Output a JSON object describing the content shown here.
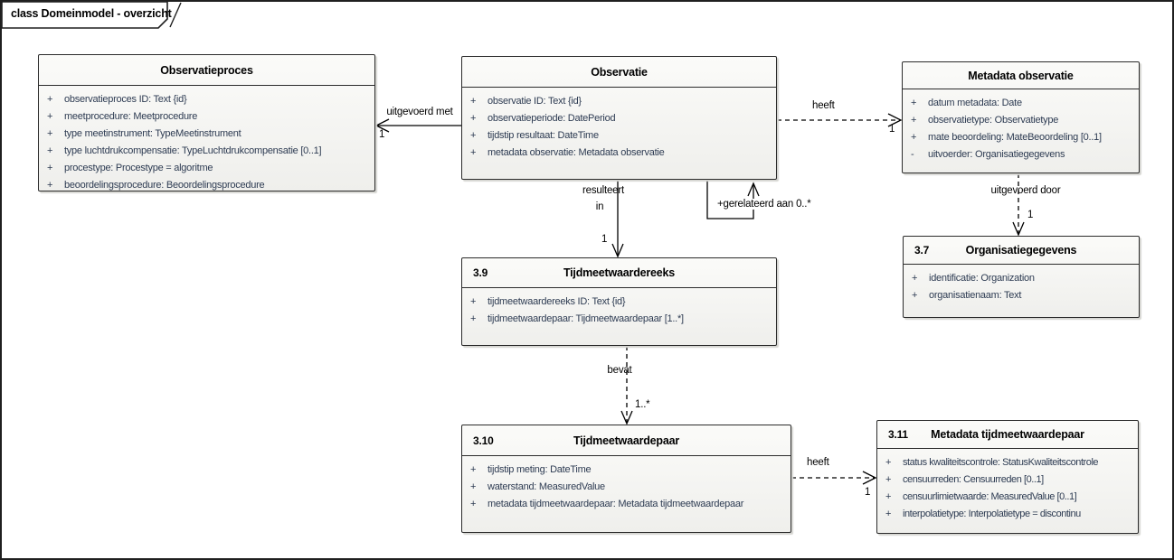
{
  "frame": {
    "title": "class Domeinmodel - overzicht"
  },
  "colors": {
    "attribute_text": "#2d3b52",
    "box_border": "#2b2b2b",
    "box_fill_top": "#fbfbf9",
    "box_fill_bottom": "#efefec",
    "line": "#000000",
    "background": "#ffffff"
  },
  "classes": [
    {
      "number": "",
      "title": "Observatieproces",
      "attributes": [
        {
          "vis": "+",
          "text": "observatieproces ID: Text {id}"
        },
        {
          "vis": "+",
          "text": "meetprocedure: Meetprocedure"
        },
        {
          "vis": "+",
          "text": "type meetinstrument: TypeMeetinstrument"
        },
        {
          "vis": "+",
          "text": "type luchtdrukcompensatie: TypeLuchtdrukcompensatie [0..1]"
        },
        {
          "vis": "+",
          "text": "procestype: Procestype = algoritme"
        },
        {
          "vis": "+",
          "text": "beoordelingsprocedure: Beoordelingsprocedure"
        }
      ]
    },
    {
      "number": "",
      "title": "Observatie",
      "attributes": [
        {
          "vis": "+",
          "text": "observatie ID: Text {id}"
        },
        {
          "vis": "+",
          "text": "observatieperiode: DatePeriod"
        },
        {
          "vis": "+",
          "text": "tijdstip resultaat: DateTime"
        },
        {
          "vis": "+",
          "text": "metadata observatie: Metadata observatie"
        }
      ]
    },
    {
      "number": "",
      "title": "Metadata observatie",
      "attributes": [
        {
          "vis": "+",
          "text": "datum metadata: Date"
        },
        {
          "vis": "+",
          "text": "observatietype: Observatietype"
        },
        {
          "vis": "+",
          "text": "mate beoordeling: MateBeoordeling [0..1]"
        },
        {
          "vis": "-",
          "text": "uitvoerder: Organisatiegegevens"
        }
      ]
    },
    {
      "number": "3.9",
      "title": "Tijdmeetwaardereeks",
      "attributes": [
        {
          "vis": "+",
          "text": "tijdmeetwaardereeks ID: Text {id}"
        },
        {
          "vis": "+",
          "text": "tijdmeetwaardepaar: Tijdmeetwaardepaar [1..*]"
        }
      ]
    },
    {
      "number": "3.7",
      "title": "Organisatiegegevens",
      "attributes": [
        {
          "vis": "+",
          "text": "identificatie: Organization"
        },
        {
          "vis": "+",
          "text": "organisatienaam: Text"
        }
      ]
    },
    {
      "number": "3.10",
      "title": "Tijdmeetwaardepaar",
      "attributes": [
        {
          "vis": "+",
          "text": "tijdstip meting: DateTime"
        },
        {
          "vis": "+",
          "text": "waterstand: MeasuredValue"
        },
        {
          "vis": "+",
          "text": "metadata tijdmeetwaardepaar: Metadata tijdmeetwaardepaar"
        }
      ]
    },
    {
      "number": "3.11",
      "title": "Metadata tijdmeetwaardepaar",
      "attributes": [
        {
          "vis": "+",
          "text": "status kwaliteitscontrole: StatusKwaliteitscontrole"
        },
        {
          "vis": "+",
          "text": "censuurreden: Censuurreden [0..1]"
        },
        {
          "vis": "+",
          "text": "censuurlimietwaarde: MeasuredValue [0..1]"
        },
        {
          "vis": "+",
          "text": "interpolatietype: Interpolatietype = discontinu"
        }
      ]
    }
  ],
  "connectors": [
    {
      "name": "uitgevoerd-met",
      "label": "uitgevoerd met",
      "multiplicity": "1",
      "line_style": "solid",
      "from": "Observatie",
      "to": "Observatieproces"
    },
    {
      "name": "heeft-metadata-observatie",
      "label": "heeft",
      "multiplicity": "1",
      "line_style": "dashed",
      "from": "Observatie",
      "to": "Metadata observatie"
    },
    {
      "name": "resulteert-in",
      "label": "resulteert",
      "label2": "in",
      "multiplicity": "1",
      "line_style": "solid",
      "from": "Observatie",
      "to": "Tijdmeetwaardereeks"
    },
    {
      "name": "gerelateerd-aan",
      "label": "+gerelateerd aan 0..*",
      "line_style": "solid",
      "from": "Observatie",
      "to": "Observatie"
    },
    {
      "name": "uitgevoerd-door",
      "label": "uitgevoerd door",
      "multiplicity": "1",
      "line_style": "dashed",
      "from": "Metadata observatie",
      "to": "Organisatiegegevens"
    },
    {
      "name": "bevat",
      "label": "bevat",
      "multiplicity": "1..*",
      "line_style": "dashed",
      "from": "Tijdmeetwaardereeks",
      "to": "Tijdmeetwaardepaar"
    },
    {
      "name": "heeft-metadata-tijdmeetwaardepaar",
      "label": "heeft",
      "multiplicity": "1",
      "line_style": "dashed",
      "from": "Tijdmeetwaardepaar",
      "to": "Metadata tijdmeetwaardepaar"
    }
  ]
}
